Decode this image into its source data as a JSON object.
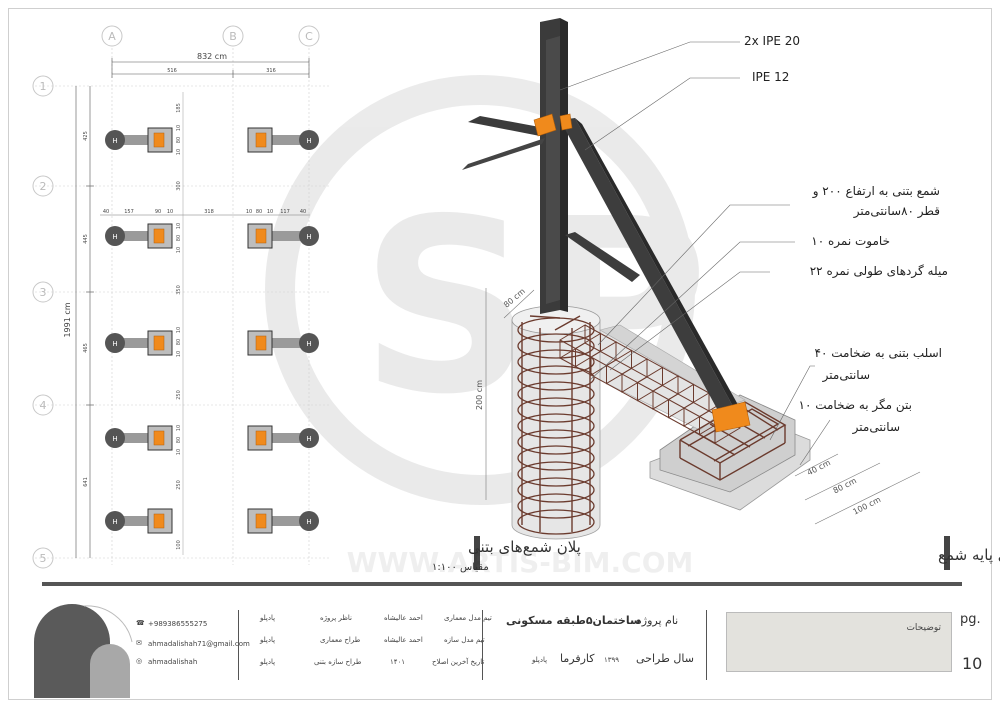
{
  "plan": {
    "grid_cols": [
      "A",
      "B",
      "C"
    ],
    "grid_rows": [
      "1",
      "2",
      "3",
      "4",
      "5"
    ],
    "dim_total_width": "832 cm",
    "dim_segments": [
      "516",
      "316"
    ],
    "dim_total_height": "1991 cm",
    "dim_row_segments": [
      "425",
      "445",
      "465",
      "641"
    ],
    "dim_detail": [
      "40",
      "157",
      "90",
      "10",
      "318",
      "10",
      "80",
      "10",
      "117",
      "40"
    ],
    "dim_right_small": [
      "185",
      "10",
      "80",
      "10",
      "300",
      "10",
      "80",
      "10",
      "350",
      "10",
      "80",
      "10",
      "250",
      "10",
      "80",
      "10",
      "250",
      "100"
    ],
    "footing_label": "H",
    "title": "پلان شمع‌های بتنی",
    "scale": "مقیاس ۱:۱۰۰"
  },
  "detail": {
    "title": "جزئیات آرماتوربندی پایه شمع",
    "dim_pile_dia": "80 cm",
    "dim_pile_height": "200 cm",
    "dim_40": "40 cm",
    "dim_80": "80 cm",
    "dim_100": "100 cm",
    "callouts": {
      "ipe20": "2x IPE 20",
      "ipe12": "IPE 12",
      "pile_line1": "شمع بتنی به ارتفاع ۲۰۰ و",
      "pile_line2": "قطر ۸۰سانتی‌متر",
      "stirrup": "خاموت نمره ۱۰",
      "rebar": "میله گردهای طولی نمره ۲۲",
      "slab_line1": "اسلب بتنی به ضخامت ۴۰",
      "slab_line2": "سانتی‌متر",
      "lean_line1": "بتن مگر به ضخامت ۱۰",
      "lean_line2": "سانتی‌متر"
    },
    "watermark": "WWW.ARTIS-BIM.COM"
  },
  "title_block": {
    "phone": "+989386555275",
    "email": "ahmadalishah71@gmail.com",
    "instagram": "ahmadalishah",
    "col1": {
      "r1_label": "تیم مدل معماری",
      "r1_value": "احمد عالیشاه",
      "r1_role": "ناظر پروژه",
      "r1_value2": "پادپلو",
      "r2_label": "تیم مدل سازه",
      "r2_value": "احمد عالیشاه",
      "r2_role": "طراح معماری",
      "r2_value2": "پادپلو",
      "r3_label": "تاریخ آخرین اصلاح",
      "r3_value": "۱۴۰۱",
      "r3_role": "طراح سازه بتنی",
      "r3_value2": "پادپلو"
    },
    "project_label": "نام پروژه",
    "project_name": "ساختمان۵طبقه مسکونی",
    "year_label": "سال طراحی",
    "year_value": "۱۳۹۹",
    "client_label": "کارفرما",
    "client_value": "پادپلو",
    "notes_label": "توضیحات",
    "page_label": "pg.",
    "page_number": "10"
  },
  "colors": {
    "steel": "#3b3b3b",
    "plate": "#f08a1c",
    "rebar": "#6b3b2e",
    "concrete": "#d9d9d9",
    "grid": "#c8c8c8"
  }
}
